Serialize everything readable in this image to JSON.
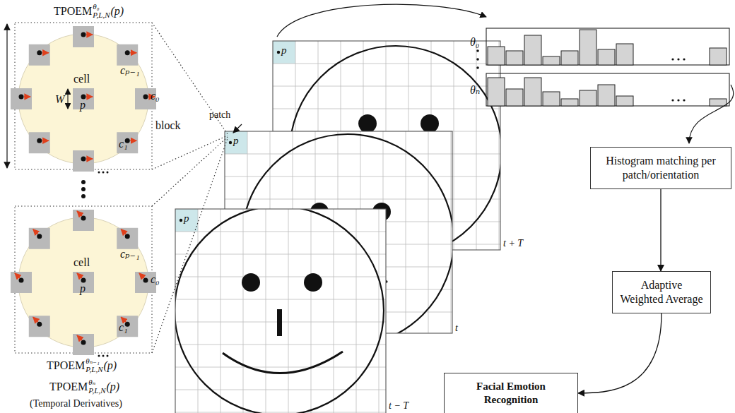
{
  "diagram": {
    "nodes": [
      {
        "text": [
          "Histogram matching per patch/orientation"
        ]
      },
      {
        "text": [
          "Adaptive Weighted Average"
        ]
      },
      {
        "text": [
          "Facial Emotion Recognition"
        ]
      }
    ],
    "edges": [
      {
        "from": 0,
        "to": 1,
        "arrow": "to"
      },
      {
        "from": 1,
        "to": 2,
        "arrow": "to"
      }
    ],
    "labels": [
      "TPOEM",
      "θ₀",
      "P,L,N",
      "(p)",
      "cell",
      "p",
      "W",
      "cₚ₋₁",
      "c₀",
      "c₁",
      "block",
      "TPOEM",
      "θₙ₋₁",
      "P,L,N",
      "(p)",
      "cell",
      "p",
      "cₚ₋₁",
      "c₀",
      "c₁",
      "TPOEM",
      "θₙ",
      "P,L,N",
      "(p)",
      "(Temporal Derivatives)",
      "p",
      "p",
      "p",
      "patch",
      "t + T",
      "t",
      "t − T",
      "θ₀",
      "θₙ"
    ]
  }
}
